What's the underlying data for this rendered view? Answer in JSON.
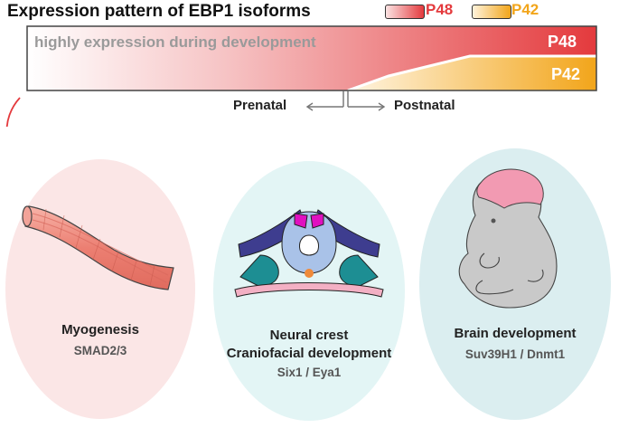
{
  "title": "Expression pattern of EBP1 isoforms",
  "legend": [
    {
      "label": "P48",
      "color": "#e43a3d"
    },
    {
      "label": "P42",
      "color": "#f2a51a"
    }
  ],
  "bar": {
    "caption": "highly expression during development",
    "p48_label": "P48",
    "p42_label": "P42",
    "p48_color": "#e43a3d",
    "p42_color": "#f2a51a"
  },
  "timeline": {
    "prenatal": "Prenatal",
    "postnatal": "Postnatal"
  },
  "panels": [
    {
      "title": "Myogenesis",
      "subtitle": "SMAD2/3",
      "icon": "muscle-fiber-icon",
      "bg": "#fbe6e6"
    },
    {
      "title_line1": "Neural crest",
      "title_line2": "Craniofacial development",
      "subtitle": "Six1 / Eya1",
      "icon": "neural-crest-icon",
      "bg": "#e3f5f5"
    },
    {
      "title": "Brain development",
      "subtitle": "Suv39H1 / Dnmt1",
      "icon": "embryo-brain-icon",
      "bg": "#dbeef0"
    }
  ]
}
